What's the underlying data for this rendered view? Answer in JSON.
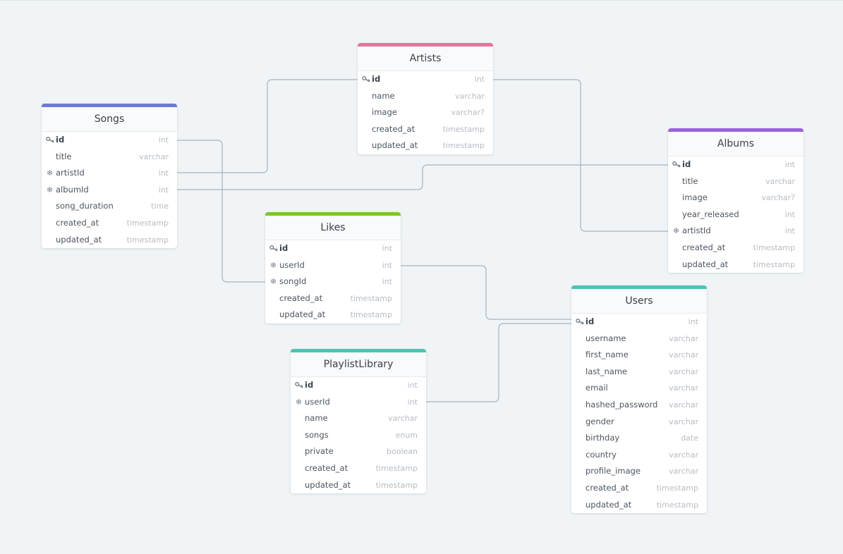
{
  "links_color": "#aab2bb",
  "tables": [
    {
      "id": "songs",
      "name": "Songs",
      "color": "#6b79d6",
      "fields": [
        {
          "name": "id",
          "type": "int",
          "key": "pk"
        },
        {
          "name": "title",
          "type": "varchar"
        },
        {
          "name": "artistId",
          "type": "int",
          "key": "fk"
        },
        {
          "name": "albumId",
          "type": "int",
          "key": "fk"
        },
        {
          "name": "song_duration",
          "type": "time"
        },
        {
          "name": "created_at",
          "type": "timestamp"
        },
        {
          "name": "updated_at",
          "type": "timestamp"
        }
      ]
    },
    {
      "id": "artists",
      "name": "Artists",
      "color": "#ef6f9c",
      "fields": [
        {
          "name": "id",
          "type": "int",
          "key": "pk"
        },
        {
          "name": "name",
          "type": "varchar"
        },
        {
          "name": "image",
          "type": "varchar?"
        },
        {
          "name": "created_at",
          "type": "timestamp"
        },
        {
          "name": "updated_at",
          "type": "timestamp"
        }
      ]
    },
    {
      "id": "albums",
      "name": "Albums",
      "color": "#9b62db",
      "fields": [
        {
          "name": "id",
          "type": "int",
          "key": "pk"
        },
        {
          "name": "title",
          "type": "varchar"
        },
        {
          "name": "image",
          "type": "varchar?"
        },
        {
          "name": "year_released",
          "type": "int"
        },
        {
          "name": "artistId",
          "type": "int",
          "key": "fk"
        },
        {
          "name": "created_at",
          "type": "timestamp"
        },
        {
          "name": "updated_at",
          "type": "timestamp"
        }
      ]
    },
    {
      "id": "likes",
      "name": "Likes",
      "color": "#7cc52c",
      "fields": [
        {
          "name": "id",
          "type": "int",
          "key": "pk"
        },
        {
          "name": "userId",
          "type": "int",
          "key": "fk"
        },
        {
          "name": "songId",
          "type": "int",
          "key": "fk"
        },
        {
          "name": "created_at",
          "type": "timestamp"
        },
        {
          "name": "updated_at",
          "type": "timestamp"
        }
      ]
    },
    {
      "id": "playlistlibrary",
      "name": "PlaylistLibrary",
      "color": "#4fc2b4",
      "fields": [
        {
          "name": "id",
          "type": "int",
          "key": "pk"
        },
        {
          "name": "userId",
          "type": "int",
          "key": "fk"
        },
        {
          "name": "name",
          "type": "varchar"
        },
        {
          "name": "songs",
          "type": "enum"
        },
        {
          "name": "private",
          "type": "boolean"
        },
        {
          "name": "created_at",
          "type": "timestamp"
        },
        {
          "name": "updated_at",
          "type": "timestamp"
        }
      ]
    },
    {
      "id": "users",
      "name": "Users",
      "color": "#4fc2b4",
      "fields": [
        {
          "name": "id",
          "type": "int",
          "key": "pk"
        },
        {
          "name": "username",
          "type": "varchar"
        },
        {
          "name": "first_name",
          "type": "varchar"
        },
        {
          "name": "last_name",
          "type": "varchar"
        },
        {
          "name": "email",
          "type": "varchar"
        },
        {
          "name": "hashed_password",
          "type": "varchar"
        },
        {
          "name": "gender",
          "type": "varchar"
        },
        {
          "name": "birthday",
          "type": "date"
        },
        {
          "name": "country",
          "type": "varchar"
        },
        {
          "name": "profile_image",
          "type": "varchar"
        },
        {
          "name": "created_at",
          "type": "timestamp"
        },
        {
          "name": "updated_at",
          "type": "timestamp"
        }
      ]
    }
  ],
  "relationships": [
    {
      "from": "songs.artistId",
      "to": "artists.id"
    },
    {
      "from": "songs.albumId",
      "to": "albums.id"
    },
    {
      "from": "albums.artistId",
      "to": "artists.id"
    },
    {
      "from": "likes.songId",
      "to": "songs.id"
    },
    {
      "from": "likes.userId",
      "to": "users.id"
    },
    {
      "from": "playlistlibrary.userId",
      "to": "users.id"
    }
  ]
}
